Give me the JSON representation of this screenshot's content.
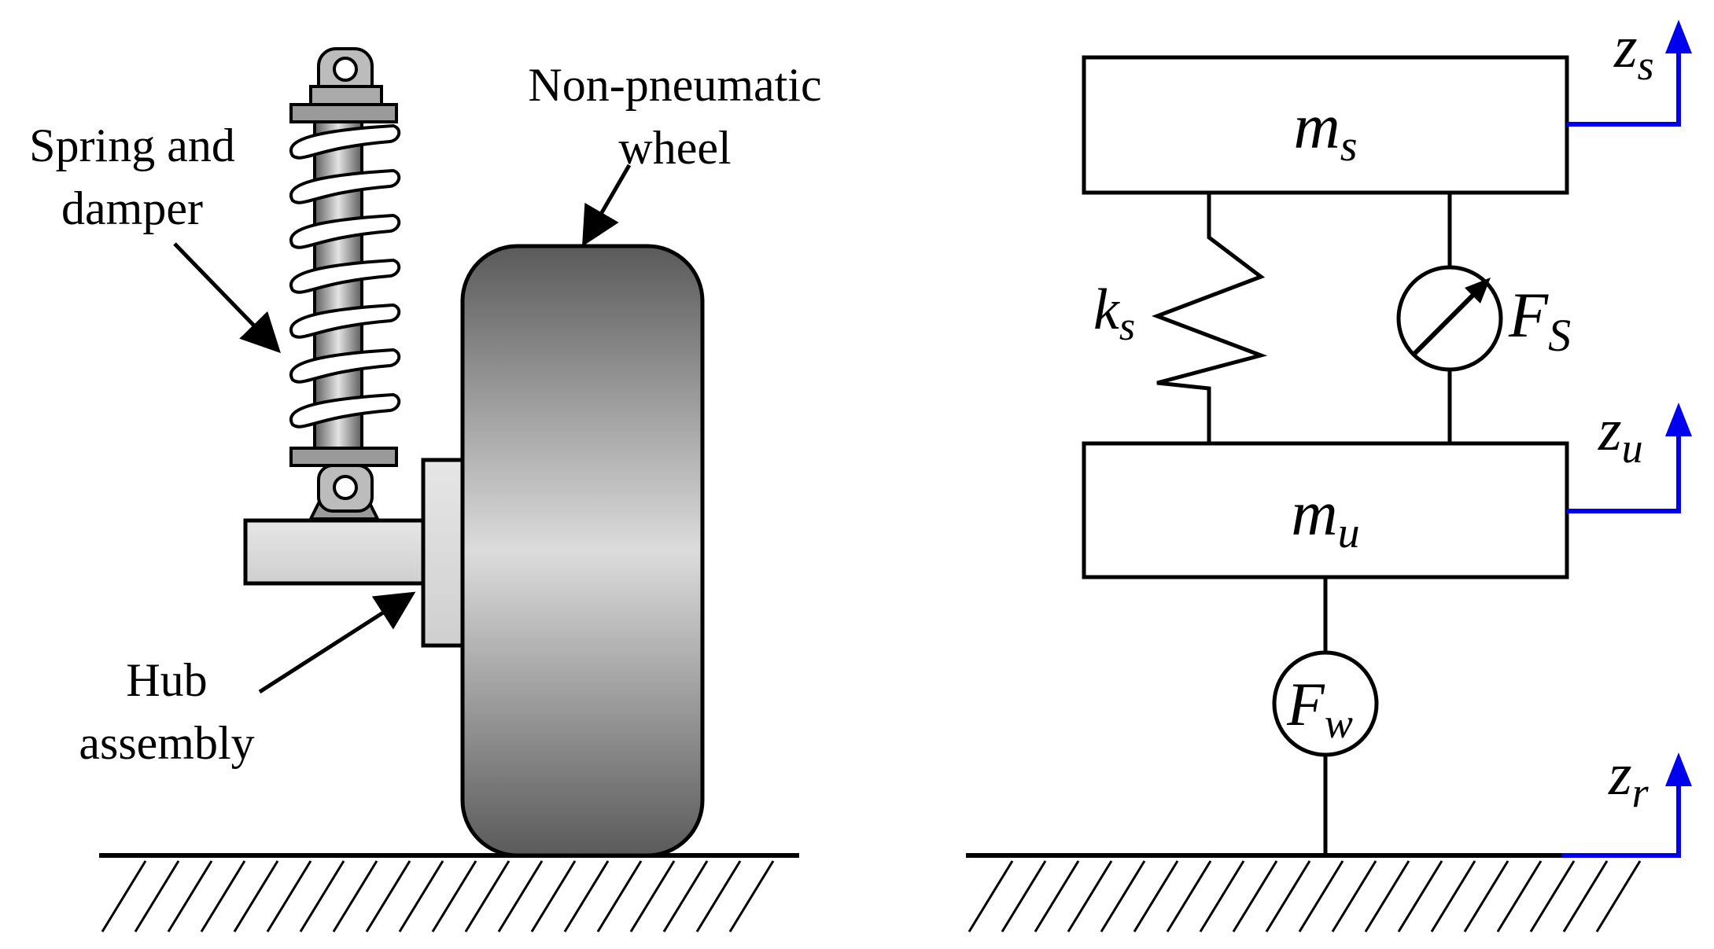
{
  "left_diagram": {
    "labels": {
      "spring_damper_line1": "Spring and",
      "spring_damper_line2": "damper",
      "wheel_line1": "Non-pneumatic",
      "wheel_line2": "wheel",
      "hub_line1": "Hub",
      "hub_line2": "assembly"
    }
  },
  "right_diagram": {
    "sprung_mass": {
      "symbol": "m",
      "subscript": "s"
    },
    "unsprung_mass": {
      "symbol": "m",
      "subscript": "u"
    },
    "spring": {
      "symbol": "k",
      "subscript": "s"
    },
    "suspension_force": {
      "symbol": "F",
      "subscript": "S"
    },
    "wheel_force": {
      "symbol": "F",
      "subscript": "w"
    },
    "displacements": [
      {
        "symbol": "z",
        "subscript": "s"
      },
      {
        "symbol": "z",
        "subscript": "u"
      },
      {
        "symbol": "z",
        "subscript": "r"
      }
    ]
  },
  "colors": {
    "line": "#000000",
    "displacement_arrow": "#0000ee",
    "wheel_dark": "#5a5a5a",
    "wheel_light": "#dcdcdc",
    "hub": "#d9d9d9"
  }
}
